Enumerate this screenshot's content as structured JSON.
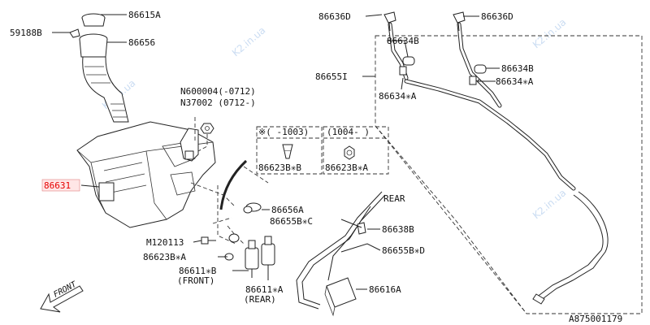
{
  "labels": {
    "p86615A": "86615A",
    "p59188B": "59188B",
    "p86656": "86656",
    "p86636D_left": "86636D",
    "p86636D_right": "86636D",
    "p86634B_left": "86634B",
    "p86634B_right": "86634B",
    "p86634A_right": "86634✳A",
    "p86634A_left": "86634✳A",
    "p86655I": "86655I",
    "pN600004": "N600004(-0712)",
    "pN37002": "N37002 (0712-)",
    "p86631": "86631",
    "opt_left_header": "※(  -1003)",
    "opt_right_header": "(1004-   )",
    "p86623BB": "86623B✳B",
    "p86623BA_box": "86623B✳A",
    "p86656A": "86656A",
    "p86655BC": "86655B✳C",
    "rear_upper": "REAR",
    "p86638B": "86638B",
    "pM120113": "M120113",
    "p86623BA_low": "86623B✳A",
    "p86655BD": "86655B✳D",
    "p86611B": "86611✳B",
    "front_paren": "(FRONT)",
    "p86611A": "86611✳A",
    "rear_paren": "(REAR)",
    "p86616A": "86616A",
    "front_arrow": "FRONT",
    "diagram_code": "A875001179"
  },
  "highlight_color": "#e60000",
  "watermark": "K2.in.ua"
}
